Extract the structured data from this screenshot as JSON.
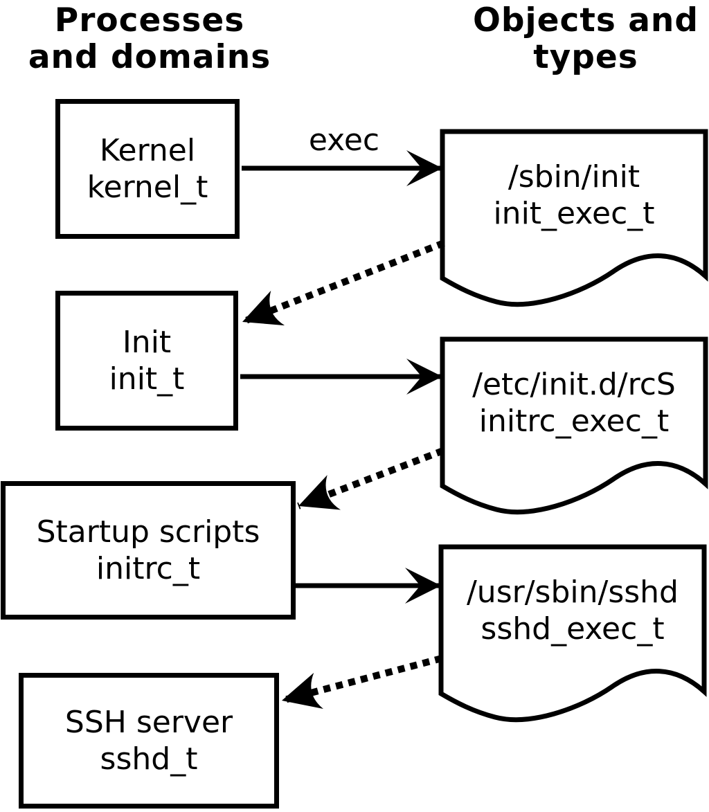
{
  "headers": {
    "left": [
      "Processes",
      "and domains"
    ],
    "right": [
      "Objects and",
      "types"
    ]
  },
  "exec_label": "exec",
  "process_boxes": [
    {
      "label": "Kernel",
      "domain": "kernel_t"
    },
    {
      "label": "Init",
      "domain": "init_t"
    },
    {
      "label": "Startup scripts",
      "domain": "initrc_t"
    },
    {
      "label": "SSH server",
      "domain": "sshd_t"
    }
  ],
  "object_docs": [
    {
      "path": "/sbin/init",
      "type": "init_exec_t"
    },
    {
      "path": "/etc/init.d/rcS",
      "type": "initrc_exec_t"
    },
    {
      "path": "/usr/sbin/sshd",
      "type": "sshd_exec_t"
    }
  ],
  "colors": {
    "line": "#000000",
    "background": "#ffffff",
    "text": "#000000"
  }
}
